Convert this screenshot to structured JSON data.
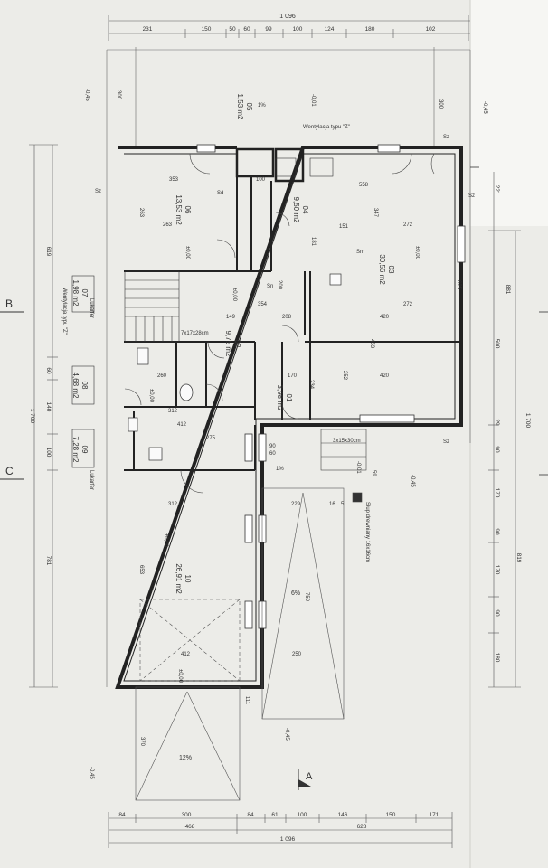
{
  "top_dims": {
    "overall": "1 096",
    "segments": [
      "231",
      "150",
      "50",
      "60",
      "99",
      "100",
      "124",
      "180",
      "102"
    ]
  },
  "bottom_dims": {
    "segments": [
      "84",
      "300",
      "84",
      "61",
      "100",
      "146",
      "150",
      "171"
    ],
    "sub": [
      "468",
      "628"
    ],
    "overall": "1 096"
  },
  "left_dims": [
    "619",
    "60",
    "140",
    "100",
    "1 700",
    "781"
  ],
  "right_dims": [
    "881",
    "500",
    "29",
    "90",
    "170",
    "90",
    "170",
    "90",
    "180",
    "819",
    "1 700",
    "221"
  ],
  "section_marks": [
    "B",
    "C",
    "A"
  ],
  "rooms": [
    {
      "no": "05",
      "area": "1,53 m2"
    },
    {
      "no": "06",
      "area": "13,53 m2"
    },
    {
      "no": "04",
      "area": "9,50 m2"
    },
    {
      "no": "03",
      "area": "30,56 m2"
    },
    {
      "no": "07",
      "area": "1,98 m2"
    },
    {
      "no": "02",
      "area": "9,75 m2"
    },
    {
      "no": "08",
      "area": "4,68 m2"
    },
    {
      "no": "01",
      "area": "3,98 m2"
    },
    {
      "no": "09",
      "area": "7,28 m2"
    },
    {
      "no": "10",
      "area": "26,91 m2"
    }
  ],
  "labels": {
    "vent_z_top": "Wentylacja typu \"Z\"",
    "vent_z_left": "Wentylacja typu \"Z\"",
    "lukarfer1": "Lukarfer",
    "lukarfer2": "Lukarfer",
    "stairs": "7x17x28cm",
    "post": "Słup drewniany 16x16cm",
    "steps": "3x15x30cm",
    "ramp1": "6%",
    "ramp2": "12%",
    "pct1": "1%",
    "pct2": "1%",
    "sz1": "Sz",
    "sz2": "Sz",
    "sz3": "Sz",
    "sz4": "Sz",
    "sd": "Sd",
    "sn": "Sn",
    "srn": "Srn"
  },
  "levels": [
    "-0,45",
    "-0,45",
    "-0,01",
    "±0,00",
    "±0,00",
    "±0,00",
    "-0,01",
    "-0,45",
    "±0,00",
    "-0,45",
    "-0,45",
    "±0,00",
    "±0,00"
  ],
  "interior_dims": [
    "353",
    "263",
    "263",
    "272",
    "272",
    "347",
    "151",
    "181",
    "420",
    "420",
    "354",
    "208",
    "149",
    "260",
    "312",
    "412",
    "275",
    "312",
    "229",
    "412",
    "250",
    "653",
    "750",
    "300",
    "200",
    "170",
    "453",
    "252",
    "234",
    "625",
    "558",
    "300",
    "370",
    "111",
    "100",
    "90",
    "60",
    "16",
    "5",
    "59"
  ]
}
